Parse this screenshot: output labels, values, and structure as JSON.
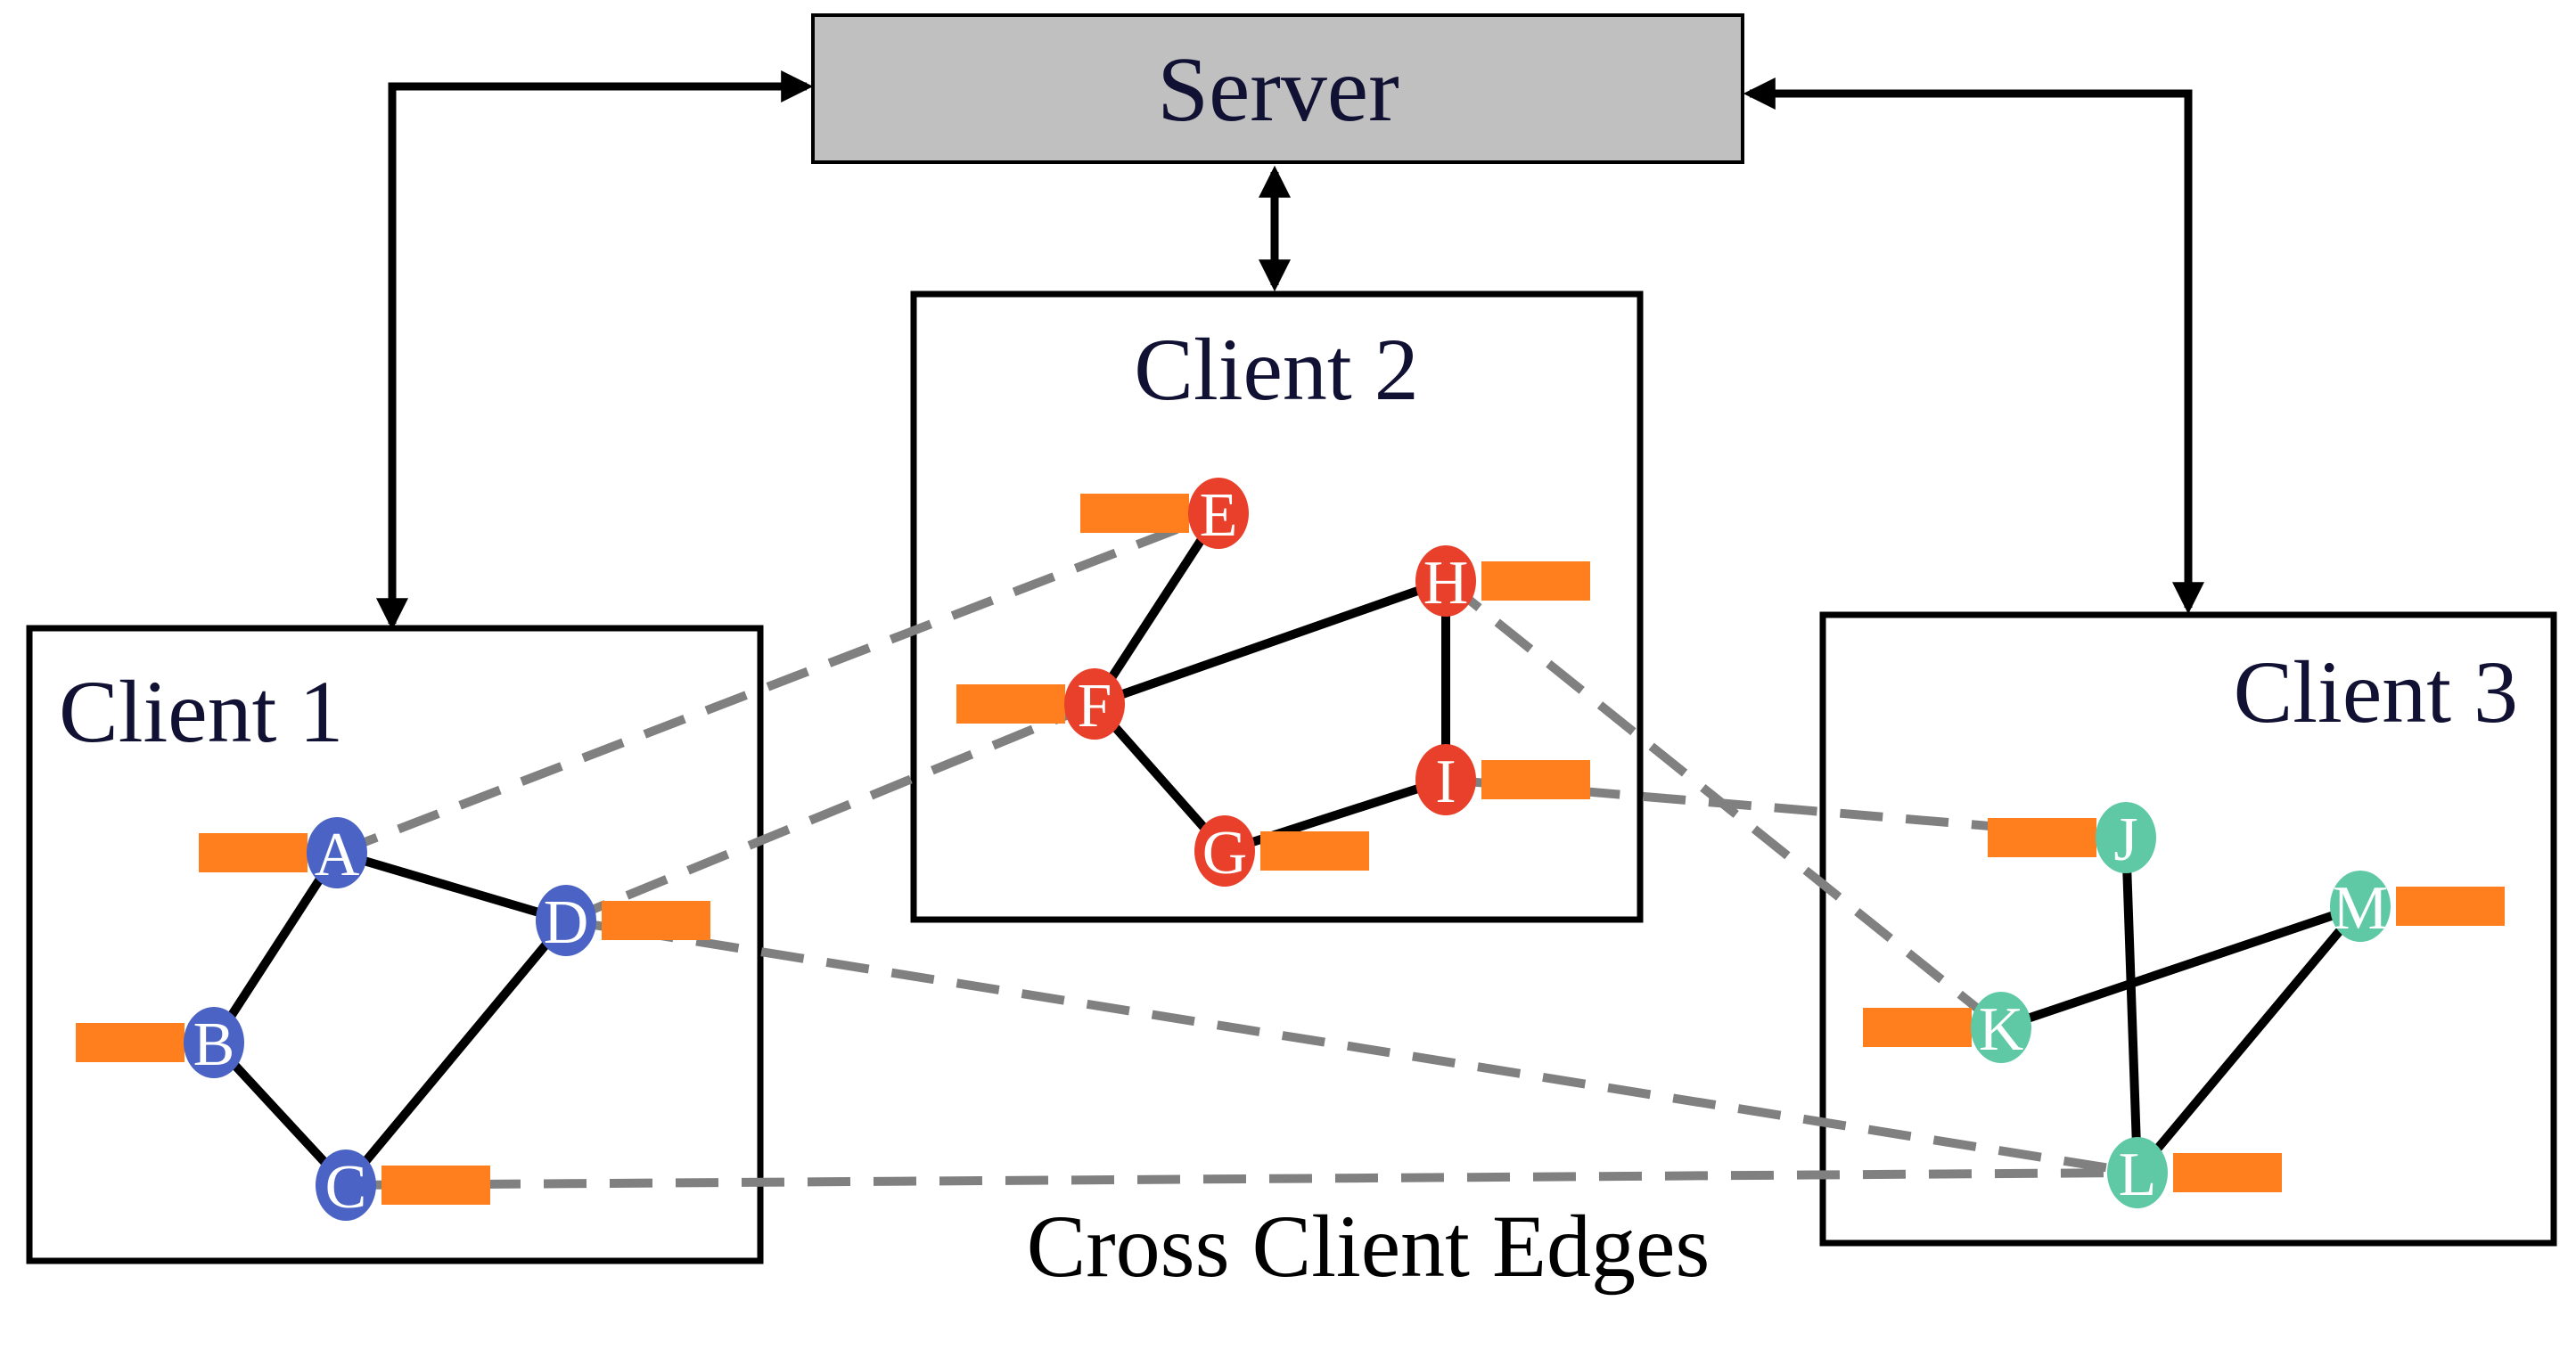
{
  "server": {
    "label": "Server"
  },
  "clients": [
    {
      "label": "Client 1"
    },
    {
      "label": "Client 2"
    },
    {
      "label": "Client 3"
    }
  ],
  "caption": "Cross Client Edges",
  "nodes": [
    {
      "id": "A",
      "client": 1
    },
    {
      "id": "B",
      "client": 1
    },
    {
      "id": "C",
      "client": 1
    },
    {
      "id": "D",
      "client": 1
    },
    {
      "id": "E",
      "client": 2
    },
    {
      "id": "F",
      "client": 2
    },
    {
      "id": "G",
      "client": 2
    },
    {
      "id": "H",
      "client": 2
    },
    {
      "id": "I",
      "client": 2
    },
    {
      "id": "J",
      "client": 3
    },
    {
      "id": "K",
      "client": 3
    },
    {
      "id": "L",
      "client": 3
    },
    {
      "id": "M",
      "client": 3
    }
  ],
  "edges": [
    [
      "A",
      "B"
    ],
    [
      "A",
      "D"
    ],
    [
      "B",
      "C"
    ],
    [
      "C",
      "D"
    ],
    [
      "E",
      "F"
    ],
    [
      "F",
      "H"
    ],
    [
      "F",
      "G"
    ],
    [
      "G",
      "I"
    ],
    [
      "H",
      "I"
    ],
    [
      "J",
      "L"
    ],
    [
      "K",
      "M"
    ],
    [
      "L",
      "M"
    ]
  ],
  "cross_client_edges": [
    [
      "A",
      "E"
    ],
    [
      "D",
      "F"
    ],
    [
      "D",
      "L"
    ],
    [
      "C",
      "L"
    ],
    [
      "H",
      "K"
    ],
    [
      "I",
      "J"
    ]
  ],
  "colors": {
    "client1_node": "#4a63c4",
    "client2_node": "#e8402a",
    "client3_node": "#5ec9a4",
    "feature_bar": "#ff7f1e",
    "server_fill": "#c0c0c0",
    "cross_edge": "#808080",
    "edge": "#000000",
    "text": "#111133"
  }
}
